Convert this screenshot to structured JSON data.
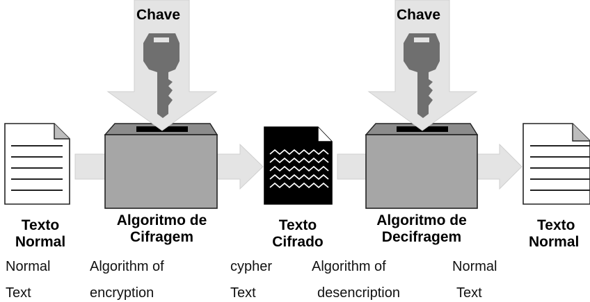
{
  "keys": {
    "encrypt_title": "Chave",
    "decrypt_title": "Chave"
  },
  "stages": {
    "plain_in": {
      "pt_line1": "Texto",
      "pt_line2": "Normal",
      "en_line1": "Normal",
      "en_line2": "Text"
    },
    "encrypt": {
      "pt_line1": "Algoritmo de",
      "pt_line2": "Cifragem",
      "en_line1": "Algorithm of",
      "en_line2": "encryption"
    },
    "cipher": {
      "pt_line1": "Texto",
      "pt_line2": "Cifrado",
      "en_line1": "cypher",
      "en_line2": "Text"
    },
    "decrypt": {
      "pt_line1": "Algoritmo de",
      "pt_line2": "Decifragem",
      "en_line1": "Algorithm of",
      "en_line2": "desencription"
    },
    "plain_out": {
      "pt_line1": "Texto",
      "pt_line2": "Normal",
      "en_line1": "Normal",
      "en_line2": "Text"
    }
  },
  "colors": {
    "box_face": "#a6a6a6",
    "arrow_fill": "#e4e4e4",
    "arrow_stroke": "#cfcfcf",
    "key_fill": "#6f6f6f",
    "cipher_doc": "#000000"
  }
}
